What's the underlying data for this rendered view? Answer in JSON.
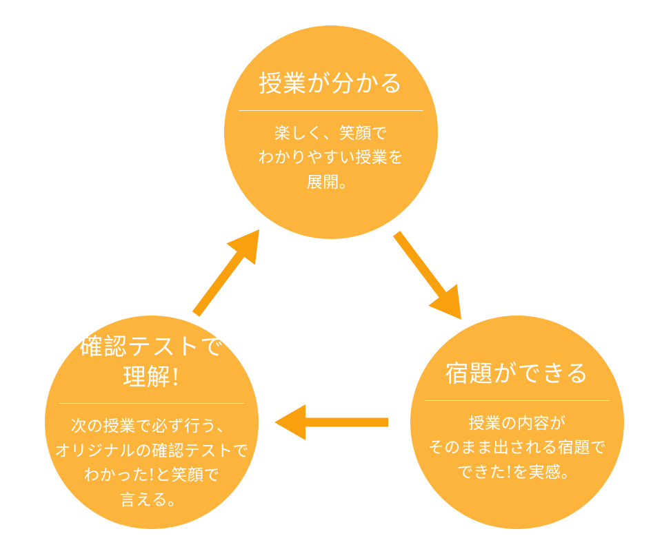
{
  "diagram": {
    "circle_color": "#FCB43C",
    "arrow_color": "#F9A00F",
    "text_color": "#FFFFFF",
    "background_color": "#FFFFFF",
    "nodes": [
      {
        "id": "lesson",
        "title_lines": [
          "授業が分かる"
        ],
        "body_lines": [
          "楽しく、笑顔で",
          "わかりやすい授業を",
          "展開。"
        ]
      },
      {
        "id": "homework",
        "title_lines": [
          "宿題ができる"
        ],
        "body_lines": [
          "授業の内容が",
          "そのまま出される宿題で",
          "できた!を実感。"
        ]
      },
      {
        "id": "test",
        "title_lines": [
          "確認テストで",
          "理解!"
        ],
        "body_lines": [
          "次の授業で必ず行う、",
          "オリジナルの確認テストで",
          "わかった!と笑顔で",
          "言える。"
        ]
      }
    ],
    "arrows": [
      {
        "from": "lesson",
        "to": "homework"
      },
      {
        "from": "homework",
        "to": "test"
      },
      {
        "from": "test",
        "to": "lesson"
      }
    ]
  }
}
